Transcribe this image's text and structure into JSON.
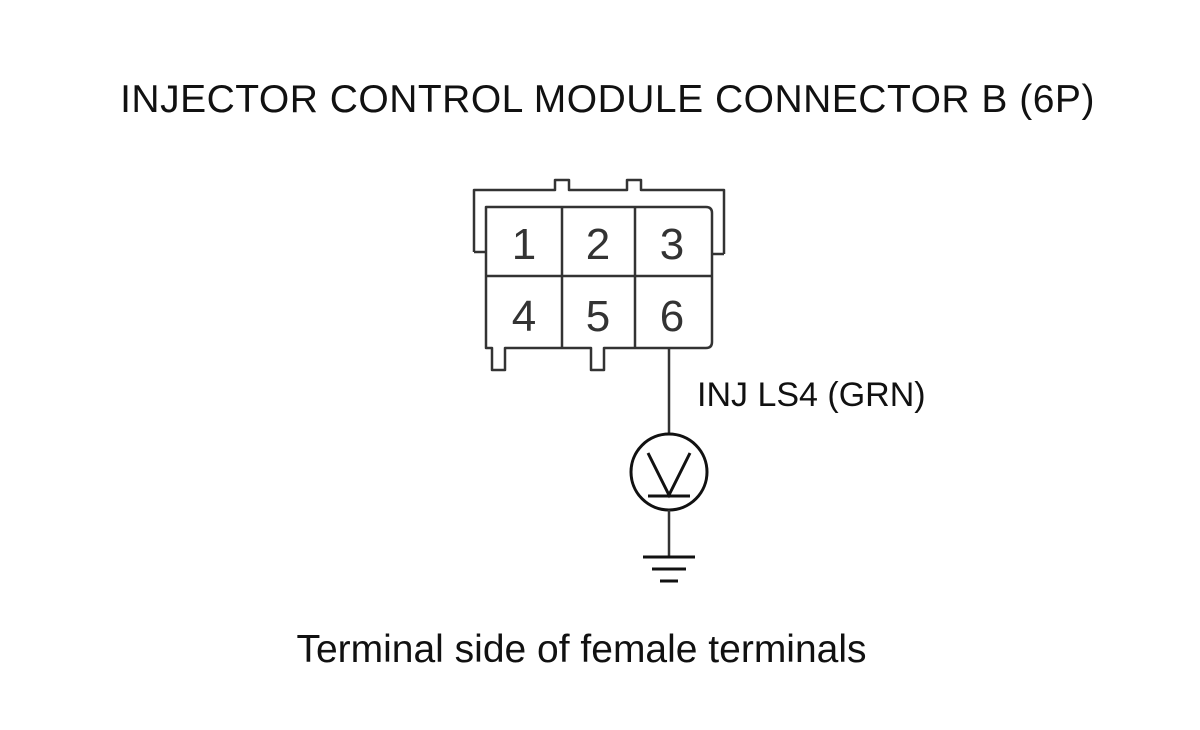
{
  "title": "INJECTOR CONTROL MODULE CONNECTOR B (6P)",
  "connector": {
    "pins": [
      "1",
      "2",
      "3",
      "4",
      "5",
      "6"
    ],
    "measured_pin": "6"
  },
  "wire_label": "INJ LS4 (GRN)",
  "instrument": "voltmeter-icon",
  "ground": "ground-icon",
  "caption": "Terminal side of female terminals"
}
